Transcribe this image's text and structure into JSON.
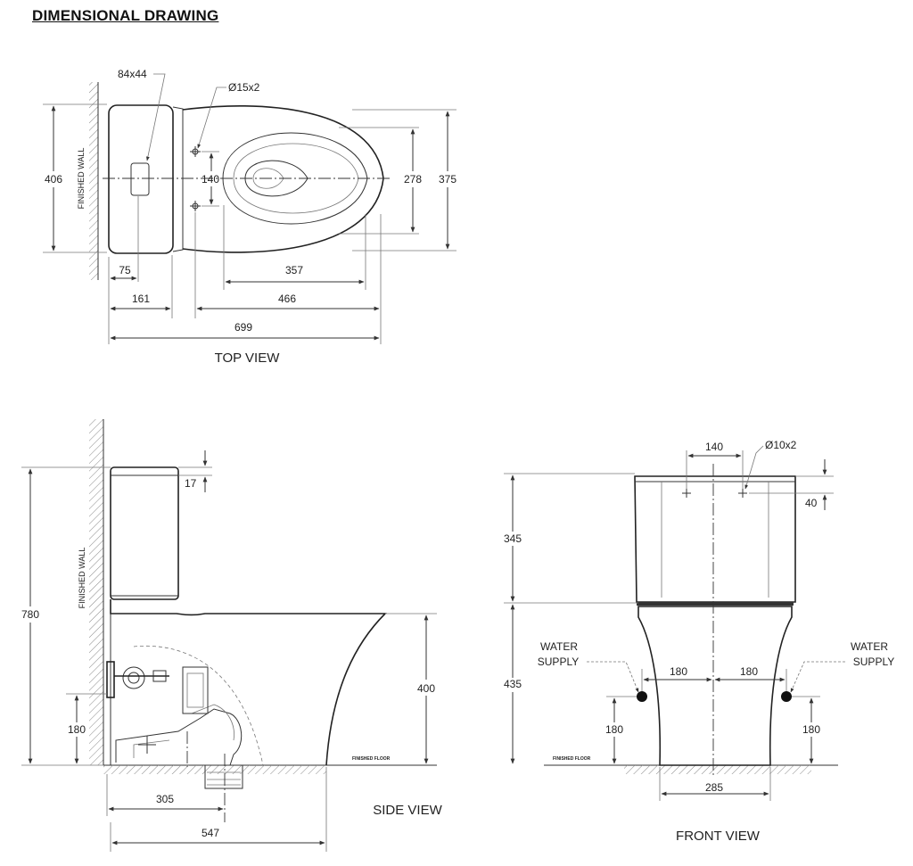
{
  "title": "DIMENSIONAL DRAWING",
  "top_view": {
    "label": "TOP VIEW",
    "finished_wall": "FINISHED WALL",
    "dims": {
      "outlet": "84x44",
      "holes": "Ø15x2",
      "hole_spacing": "140",
      "depth_left": "406",
      "seat_width": "278",
      "bowl_width": "375",
      "tank_front": "75",
      "seat_length": "357",
      "tank_depth": "161",
      "bowl_length": "466",
      "overall": "699"
    }
  },
  "side_view": {
    "label": "SIDE VIEW",
    "finished_wall": "FINISHED WALL",
    "finished_floor": "FINISHED FLOOR",
    "dims": {
      "lid": "17",
      "overall_height": "780",
      "rim_height": "400",
      "supply_height": "180",
      "rough_in": "305",
      "overall_depth": "547"
    }
  },
  "front_view": {
    "label": "FRONT VIEW",
    "finished_floor": "FINISHED FLOOR",
    "water_supply_left": [
      "WATER",
      "SUPPLY"
    ],
    "water_supply_right": [
      "WATER",
      "SUPPLY"
    ],
    "dims": {
      "hole_spacing": "140",
      "holes": "Ø10x2",
      "hole_offset": "40",
      "tank_height": "345",
      "bowl_height": "435",
      "supply_left": "180",
      "supply_right": "180",
      "supply_height_left": "180",
      "supply_height_right": "180",
      "base_width": "285"
    }
  }
}
